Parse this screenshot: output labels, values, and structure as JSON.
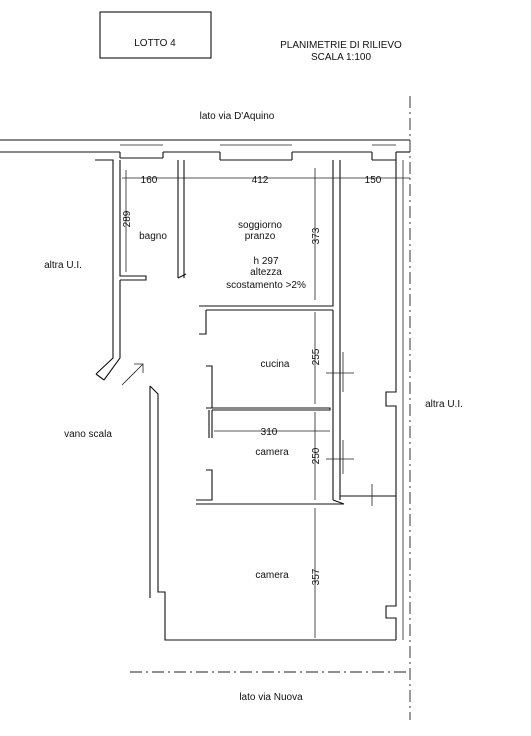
{
  "header": {
    "lot_label": "LOTTO 4",
    "title_line1": "PLANIMETRIE DI RILIEVO",
    "title_line2": "SCALA 1:100"
  },
  "sides": {
    "top": "lato via D'Aquino",
    "bottom": "lato via Nuova",
    "left_unit": "altra U.I.",
    "right_unit": "altra U.I.",
    "stair": "vano scala"
  },
  "rooms": {
    "bagno": "bagno",
    "soggiorno_1": "soggiorno",
    "soggiorno_2": "pranzo",
    "height": "h 297",
    "height_2": "altezza",
    "height_3": "scostamento >2%",
    "cucina": "cucina",
    "camera_1": "camera",
    "camera_2": "camera"
  },
  "dimensions": {
    "top_1": "160",
    "top_2": "412",
    "top_3": "150",
    "bagno_height": "289",
    "soggiorno_height": "373",
    "cucina_height": "255",
    "camera_width": "310",
    "camera1_height": "250",
    "camera2_height": "357"
  }
}
